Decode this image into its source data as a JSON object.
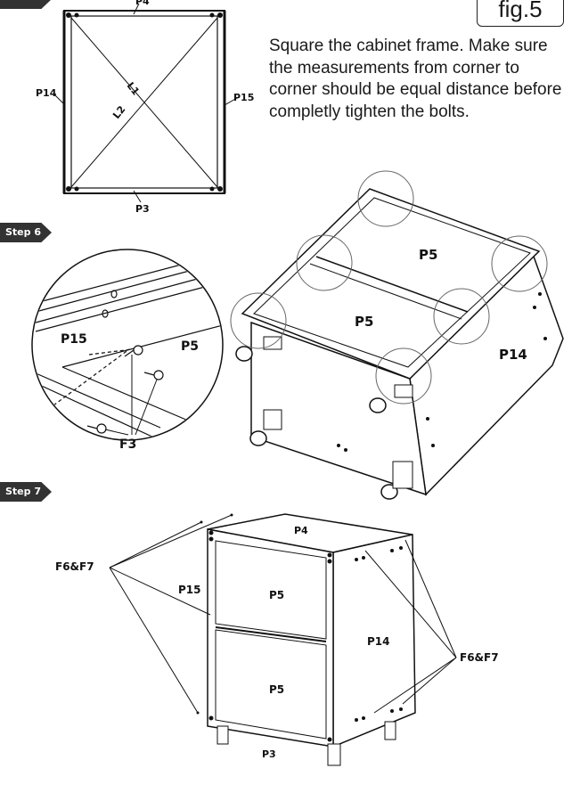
{
  "fig_label": "fig.5",
  "instructions": "Square the cabinet frame. Make sure the measurements from corner to corner should be equal distance before completly tighten the bolts.",
  "steps": {
    "step6": "Step 6",
    "step7": "Step 7"
  },
  "frame_diagram": {
    "top": "P4",
    "left": "P14",
    "right": "P15",
    "bottom": "P3",
    "diag1": "L1",
    "diag2": "L2"
  },
  "detail_view": {
    "left_panel": "P15",
    "right_panel": "P5",
    "screw": "F3"
  },
  "cabinet_top_view": {
    "shelf_back": "P5",
    "shelf_front": "P5",
    "side": "P14"
  },
  "cabinet_front_view": {
    "top": "P4",
    "left_side": "P15",
    "right_side": "P14",
    "upper_shelf": "P5",
    "lower_shelf": "P5",
    "bottom": "P3",
    "fastener_left": "F6&F7",
    "fastener_right": "F6&F7"
  }
}
